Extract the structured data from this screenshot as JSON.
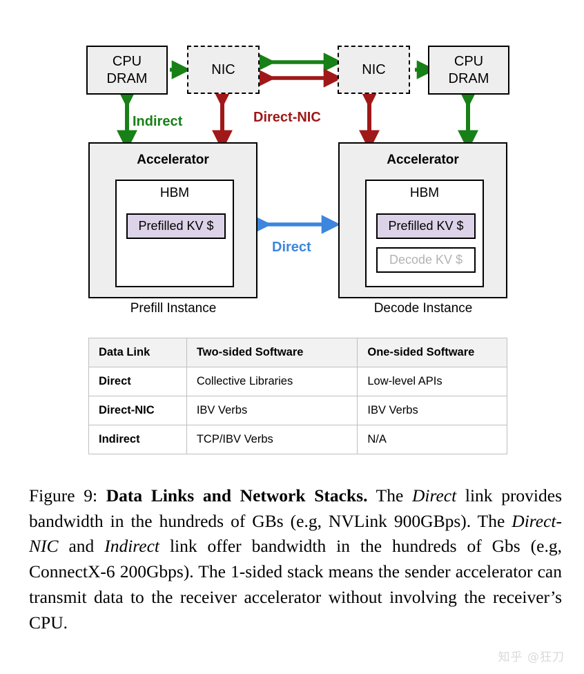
{
  "figure": {
    "nodes": {
      "cpu_dram_left": {
        "line1": "CPU",
        "line2": "DRAM"
      },
      "nic_left": {
        "label": "NIC"
      },
      "nic_right": {
        "label": "NIC"
      },
      "cpu_dram_right": {
        "line1": "CPU",
        "line2": "DRAM"
      },
      "accelerator_left": {
        "title": "Accelerator",
        "hbm": "HBM",
        "kv_prefilled": "Prefilled KV $"
      },
      "accelerator_right": {
        "title": "Accelerator",
        "hbm": "HBM",
        "kv_prefilled": "Prefilled KV $",
        "kv_decode": "Decode KV $"
      }
    },
    "instance_labels": {
      "left": "Prefill Instance",
      "right": "Decode Instance"
    },
    "link_labels": {
      "indirect": "Indirect",
      "direct_nic": "Direct-NIC",
      "direct": "Direct"
    },
    "colors": {
      "indirect": "#178017",
      "direct_nic": "#a01818",
      "direct": "#3d85dd",
      "box_fill": "#eeeeee",
      "kv_prefilled_fill": "#ddd3e9",
      "kv_decode_text": "#b3b3b3",
      "border": "#000000"
    }
  },
  "table": {
    "headers": [
      "Data Link",
      "Two-sided Software",
      "One-sided Software"
    ],
    "rows": [
      [
        "Direct",
        "Collective Libraries",
        "Low-level APIs"
      ],
      [
        "Direct-NIC",
        "IBV Verbs",
        "IBV Verbs"
      ],
      [
        "Indirect",
        "TCP/IBV Verbs",
        "N/A"
      ]
    ]
  },
  "caption": {
    "figure_number": "Figure 9:",
    "title": "Data Links and Network Stacks.",
    "seg1": " The ",
    "em1": "Direct",
    "seg2": " link provides bandwidth in the hundreds of GBs (e.g, NVLink 900GBps). The ",
    "em2": "Direct-NIC",
    "seg3": " and ",
    "em3": "Indirect",
    "seg4": " link offer bandwidth in the hundreds of Gbs (e.g, ConnectX-6 200Gbps). The 1-sided stack means the sender accelerator can transmit data to the receiver accelerator without involving the receiver’s CPU."
  },
  "watermark": {
    "text": "知乎 @狂刀"
  }
}
